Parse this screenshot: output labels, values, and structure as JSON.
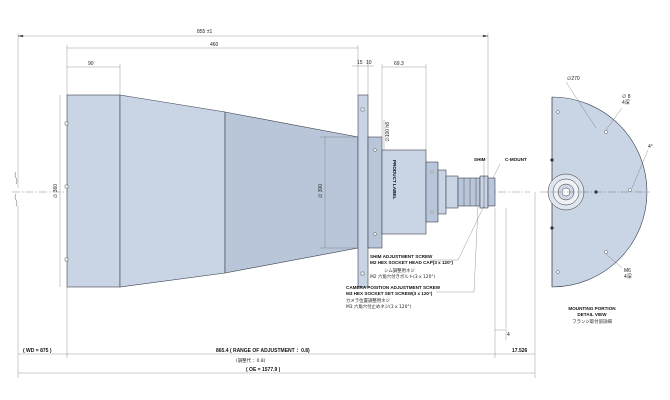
{
  "dimensions": {
    "total_length": "855 ±1",
    "length_460": "460",
    "length_90": "90",
    "flange_15": "15",
    "flange_10": "10",
    "length_69_3": "69.3",
    "dia_100_h8": "∅100 h8",
    "dia_300": "∅ 300",
    "dia_360": "∅ 360",
    "wd": "( WD = 875 )",
    "adjustment": "865.4 ( RANGE OF ADJUSTMENT ：0.8)",
    "adjustment_jp": "(調整代 ：0.8)",
    "right_end": "17.526",
    "oe": "( OE = 1577.9 )",
    "small_4": "4",
    "detail_270": "∅270",
    "detail_8": "∅ 8",
    "detail_8_depth": "4深",
    "detail_45": "4°",
    "detail_m6": "M6",
    "detail_m6_depth": "4深"
  },
  "labels": {
    "product_label": "PRODUCT LABEL",
    "shim": "SHIM",
    "c_mount": "C-MOUNT",
    "shim_screw_1": "SHIM ADJUSTMENT SCREW",
    "shim_screw_2": "M2 HEX SOCKET HEAD CAP(3 x 120°)",
    "shim_screw_jp1": "シム調整用ネジ",
    "shim_screw_jp2": "M2 六角穴付きボルト(3 x 120°)",
    "cam_screw_1": "CAMERA POSITION ADJUSTMENT SCREW",
    "cam_screw_2": "M3 HEX SOCKET SET SCREW(3 x 120°)",
    "cam_screw_jp1": "カメラ位置調整用ネジ",
    "cam_screw_jp2": "M3 六角穴付止めネジ(3 x 120°)",
    "detail_title_1": "MOUNTING PORTION",
    "detail_title_2": "DETAIL VIEW",
    "detail_title_jp": "フランジ取付部詳細"
  }
}
